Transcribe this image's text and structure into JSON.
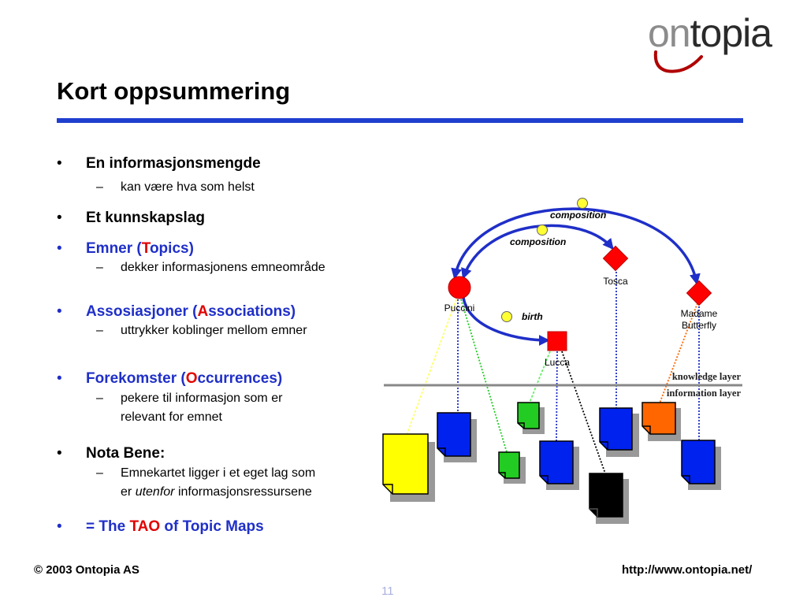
{
  "logo": {
    "part1": "on",
    "part2": "topia"
  },
  "title": "Kort oppsummering",
  "bullets": [
    {
      "text": "En informasjonsmengde",
      "sub": [
        "kan være hva som helst"
      ]
    },
    {
      "text": "Et kunnskapslag"
    },
    {
      "prefix": "Emner (",
      "highlight": "T",
      "rest": "opics)",
      "sub": [
        "dekker informasjonens emneområde"
      ]
    },
    {
      "prefix": "Assosiasjoner (",
      "highlight": "A",
      "rest": "ssociations)",
      "sub": [
        "uttrykker koblinger mellom emner"
      ]
    },
    {
      "prefix": "Forekomster (",
      "highlight": "O",
      "rest": "ccurrences)",
      "sub_lines": [
        "pekere til informasjon som er",
        "relevant for emnet"
      ]
    },
    {
      "text": "Nota Bene:",
      "sub_lines": [
        "Emnekartet ligger i et eget lag som",
        "er",
        "utenfor",
        "informasjonsressursene"
      ]
    },
    {
      "prefix": "= The ",
      "highlight": "TAO",
      "rest": " of Topic Maps"
    }
  ],
  "bullet_glyph": "•",
  "dash_glyph": "–",
  "diagram": {
    "topics": [
      "Puccini",
      "Tosca",
      "Madame",
      "Butterfly",
      "Lucca"
    ],
    "associations": [
      "composition",
      "composition",
      "birth"
    ],
    "layers": [
      "knowledge layer",
      "information layer"
    ]
  },
  "colors": {
    "accent": "#1f2fc8",
    "highlight": "#e00000",
    "rule": "#1f3fcf",
    "topic": "#ff0000",
    "association_node": "#ffff33",
    "doc_yellow": "#ffff00",
    "doc_blue": "#0022ee",
    "doc_green": "#22cc22",
    "doc_orange": "#ff6600",
    "doc_black": "#000000"
  },
  "footer": {
    "left": "© 2003 Ontopia AS",
    "right": "http://www.ontopia.net/",
    "page": "11"
  }
}
